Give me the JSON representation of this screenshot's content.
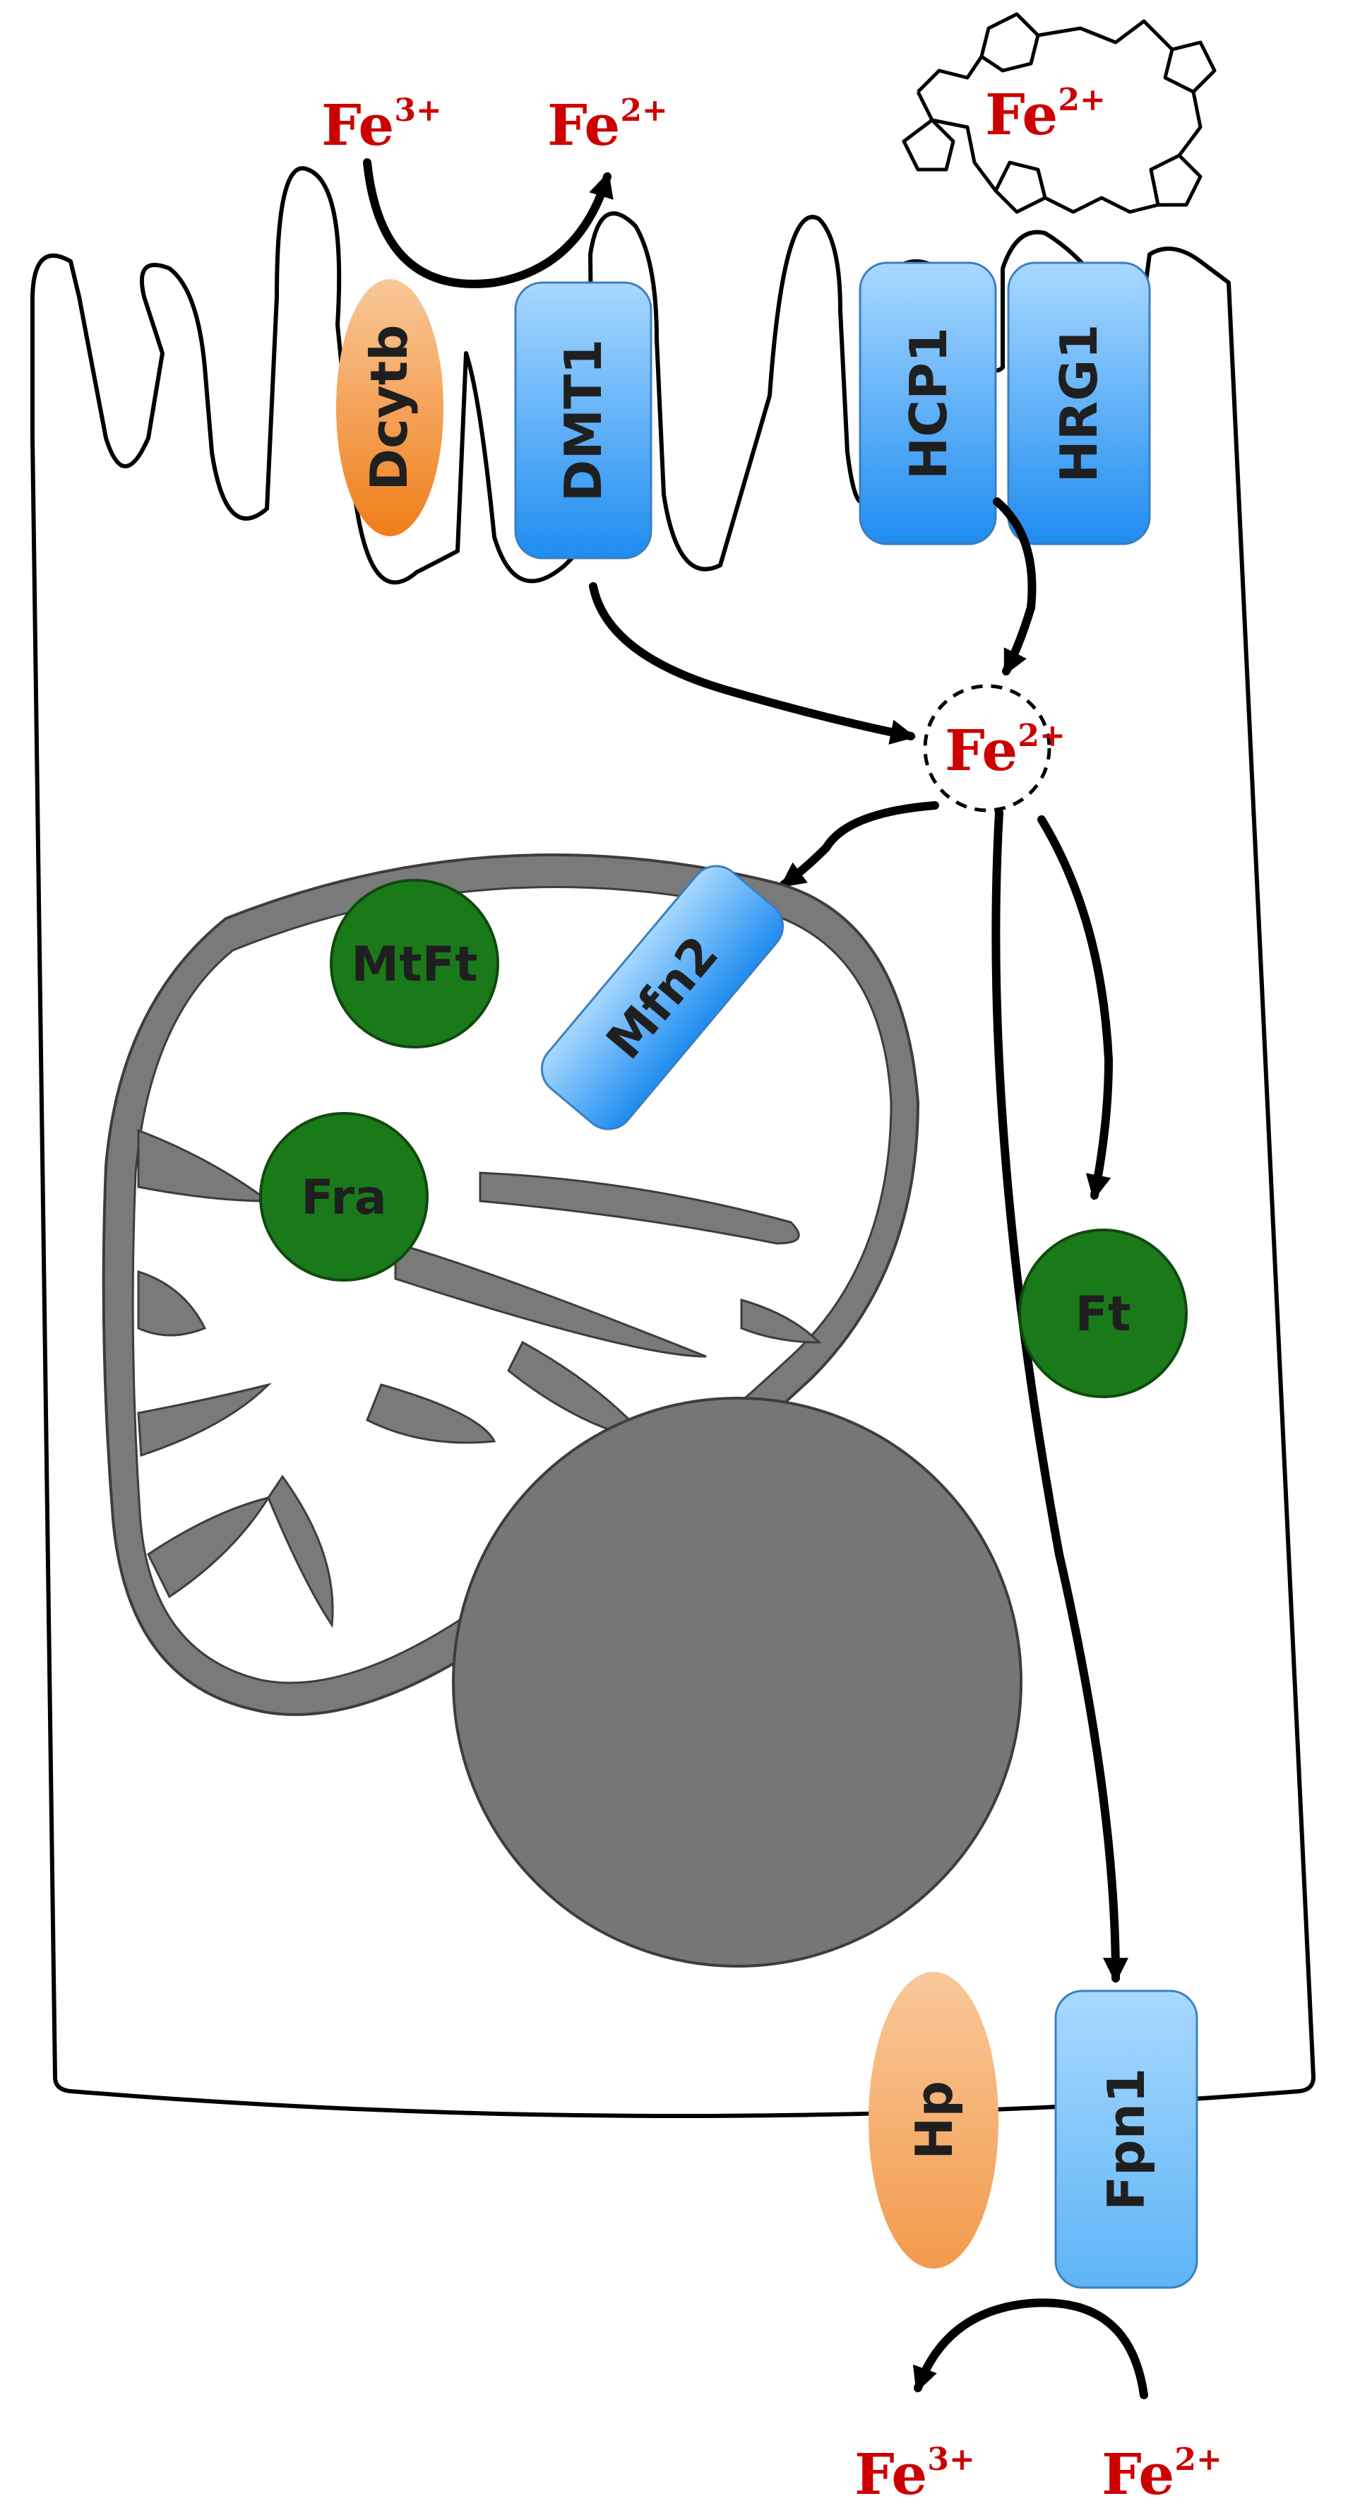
{
  "labels": {
    "apical_fe3": {
      "base": "Fe",
      "sup": "3+"
    },
    "apical_fe2": {
      "base": "Fe",
      "sup": "2+"
    },
    "heme_fe2": {
      "base": "Fe",
      "sup": "2+"
    },
    "cytosol_fe2": {
      "base": "Fe",
      "sup": "2+"
    },
    "basal_fe3": {
      "base": "Fe",
      "sup": "3+"
    },
    "basal_fe2": {
      "base": "Fe",
      "sup": "2+"
    },
    "dcytb": "Dcytb",
    "dmt1": "DMT1",
    "hcp1": "HCP1",
    "hrg1": "HRG1",
    "mfn2": "Mfn2",
    "mtft": "MtFt",
    "fra": "Fra",
    "ft": "Ft",
    "hp": "Hp",
    "fpn1": "Fpn1"
  },
  "colors": {
    "fe_text": "#cc0000",
    "transporter_blue_light": "#a8d8ff",
    "transporter_blue_dark": "#1e8cf0",
    "reductase_orange_light": "#f8c89a",
    "reductase_orange_dark": "#f07e1a",
    "protein_green": "#1a7a1a",
    "mitochondrion_gray": "#7a7a7a",
    "nucleus_gray": "#767676"
  },
  "icons": {
    "heme": "heme-porphyrin-icon",
    "pool": "dashed-iron-pool-icon"
  }
}
